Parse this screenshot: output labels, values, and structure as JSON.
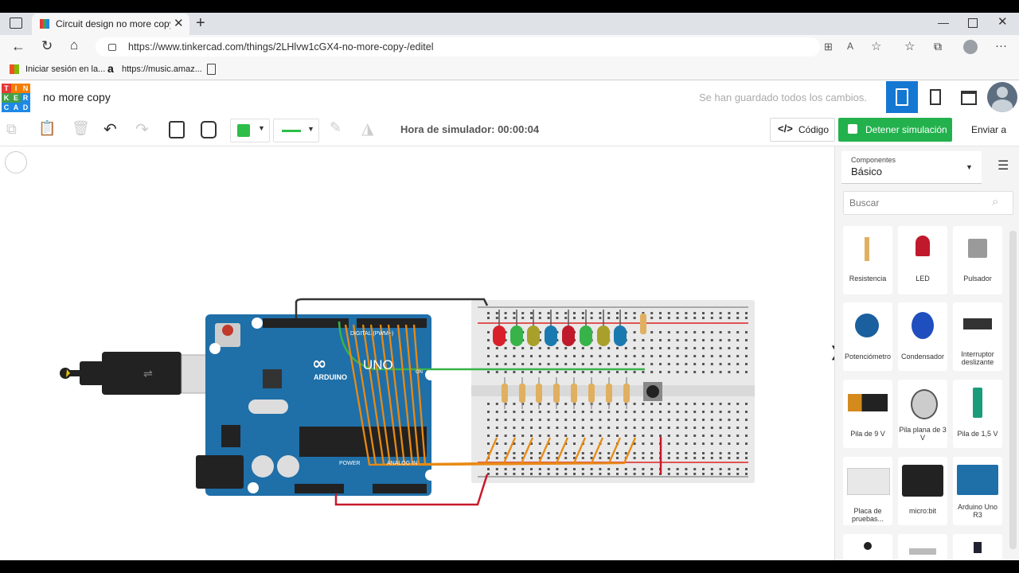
{
  "browser": {
    "tab_title": "Circuit design no more copy | Ti",
    "url": "https://www.tinkercad.com/things/2LHlvw1cGX4-no-more-copy-/editel",
    "bookmarks": [
      "Iniciar sesión en la...",
      "https://music.amaz..."
    ]
  },
  "app": {
    "logo_letters": [
      "T",
      "I",
      "N",
      "K",
      "E",
      "R",
      "C",
      "A",
      "D"
    ],
    "design_name": "no more copy",
    "save_status": "Se han guardado todos los cambios.",
    "accent_color": "#1477d2"
  },
  "toolbar": {
    "sim_time": "Hora de simulador: 00:00:04",
    "code_label": "Código",
    "stop_sim_label": "Detener simulación",
    "send_label": "Enviar a",
    "wire_color": "#2dbe48"
  },
  "panel": {
    "components_heading": "Componentes",
    "components_selected": "Básico",
    "search_placeholder": "Buscar",
    "items": [
      {
        "label": "Resistencia"
      },
      {
        "label": "LED"
      },
      {
        "label": "Pulsador"
      },
      {
        "label": "Potenciómetro"
      },
      {
        "label": "Condensador"
      },
      {
        "label": "Interruptor deslizante"
      },
      {
        "label": "Pila de 9 V"
      },
      {
        "label": "Pila plana de 3 V"
      },
      {
        "label": "Pila de 1,5 V"
      },
      {
        "label": "Placa de pruebas..."
      },
      {
        "label": "micro:bit"
      },
      {
        "label": "Arduino Uno R3"
      }
    ]
  },
  "circuit": {
    "arduino_model": "UNO",
    "arduino_brand": "ARDUINO",
    "arduino_header_digital": "DIGITAL (PWM~)",
    "arduino_header_power": "POWER",
    "arduino_header_analog": "ANALOG IN",
    "arduino_on": "ON",
    "led_colors": [
      "#d9202a",
      "#37b34a",
      "#a8a02a",
      "#1a7ab0",
      "#c0192c",
      "#37b34a",
      "#a8a02a",
      "#1a7ab0"
    ]
  }
}
